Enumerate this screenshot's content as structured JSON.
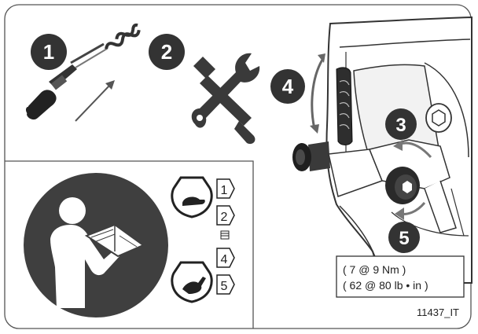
{
  "steps": {
    "s1": "1",
    "s2": "2",
    "s3": "3",
    "s4": "4",
    "s5": "5"
  },
  "speed_sequence": {
    "items": [
      "1",
      "2",
      "4",
      "5"
    ]
  },
  "torque": {
    "line1": "( 7 @ 9 Nm )",
    "line2": "( 62 @ 80 lb • in )"
  },
  "figure_code": "11437_IT",
  "colors": {
    "dark_gray": "#3a3a3a",
    "outline": "#4a4a4a",
    "light_gray": "#e6e6e6"
  },
  "icons": [
    "screwdriver-icon",
    "tools-icon",
    "read-manual-icon",
    "turtle-slow-icon",
    "rabbit-fast-icon",
    "allen-bolt-icon"
  ]
}
